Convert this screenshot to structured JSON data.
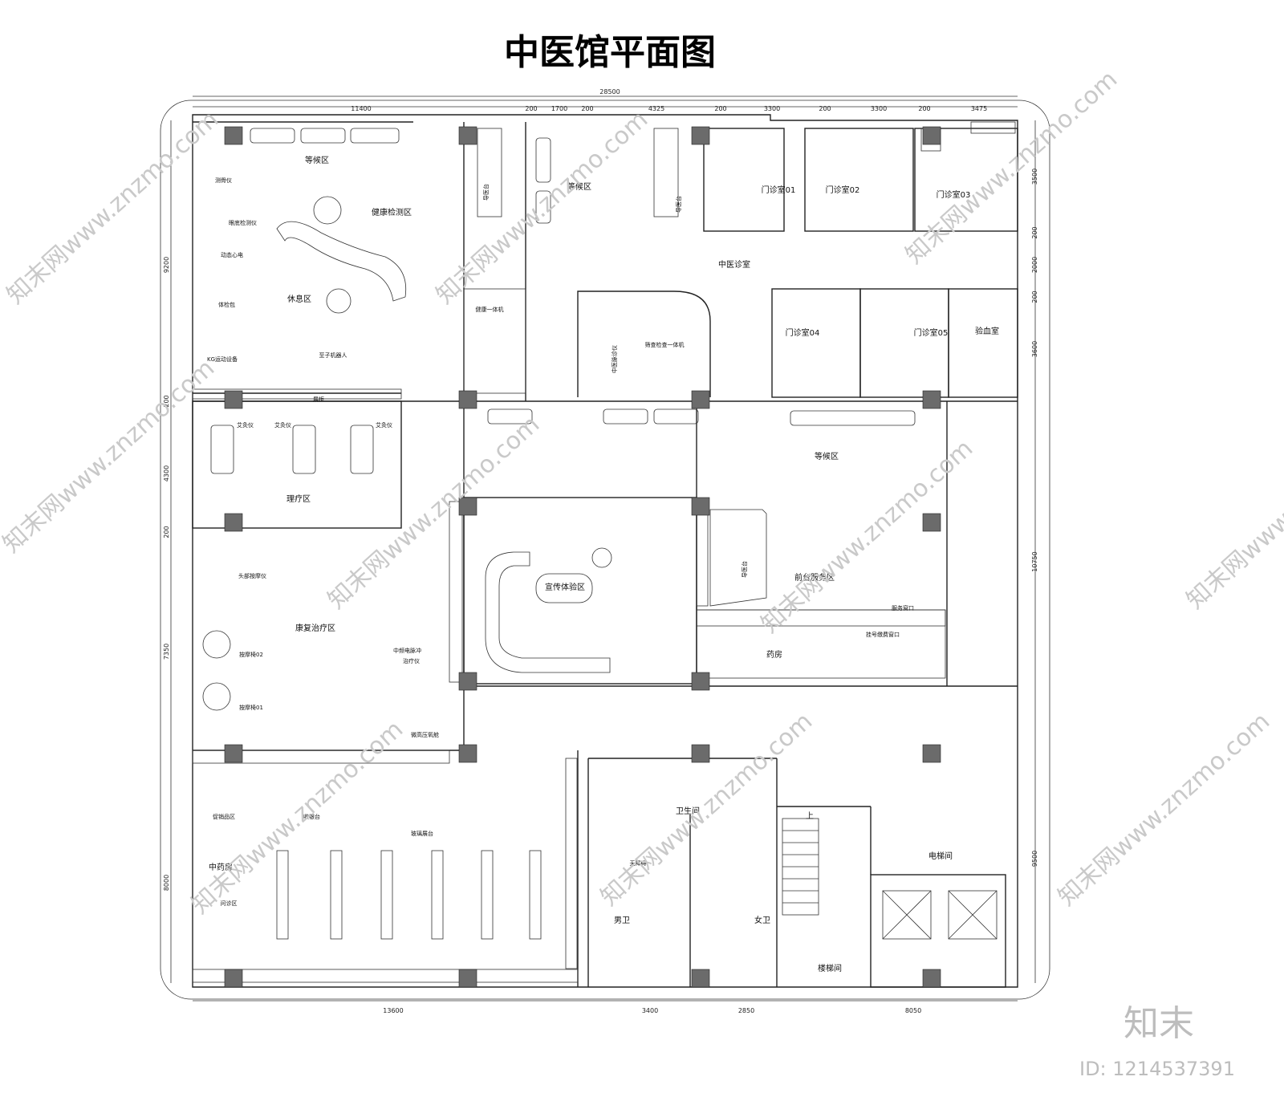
{
  "title": "中医馆平面图",
  "dimensions": {
    "top_total": "28500",
    "top": [
      "11400",
      "200",
      "1700",
      "200",
      "4325",
      "200",
      "3300",
      "200",
      "3300",
      "200",
      "3475"
    ],
    "bottom": [
      "13600",
      "3400",
      "2850",
      "8050"
    ],
    "left": [
      "9200",
      "200",
      "4300",
      "200",
      "7350",
      "8000"
    ],
    "right": [
      "3500",
      "200",
      "2000",
      "200",
      "3600",
      "10750",
      "9500"
    ]
  },
  "rooms": [
    {
      "id": "waiting-1",
      "label": "等候区"
    },
    {
      "id": "health-check",
      "label": "健康检测区"
    },
    {
      "id": "rest",
      "label": "休息区"
    },
    {
      "id": "robot",
      "label": "至子机器人"
    },
    {
      "id": "waiting-2",
      "label": "等候区"
    },
    {
      "id": "tcm-clinic",
      "label": "中医诊室"
    },
    {
      "id": "clinic-01",
      "label": "门诊室01"
    },
    {
      "id": "clinic-02",
      "label": "门诊室02"
    },
    {
      "id": "clinic-03",
      "label": "门诊室03"
    },
    {
      "id": "clinic-04",
      "label": "门诊室04"
    },
    {
      "id": "clinic-05",
      "label": "门诊室05"
    },
    {
      "id": "blood-test",
      "label": "验血室"
    },
    {
      "id": "health-kiosk",
      "label": "健康一体机"
    },
    {
      "id": "screening",
      "label": "筛查检查一体机"
    },
    {
      "id": "therapy",
      "label": "理疗区"
    },
    {
      "id": "waiting-3",
      "label": "等候区"
    },
    {
      "id": "promo",
      "label": "宣传体验区"
    },
    {
      "id": "front-desk",
      "label": "前台服务区"
    },
    {
      "id": "service-window",
      "label": "服务窗口"
    },
    {
      "id": "payment-window",
      "label": "挂号缴费窗口"
    },
    {
      "id": "pharmacy",
      "label": "药房"
    },
    {
      "id": "rehab",
      "label": "康复治疗区"
    },
    {
      "id": "tcm-pharmacy",
      "label": "中药房"
    },
    {
      "id": "consult",
      "label": "问诊区"
    },
    {
      "id": "restroom",
      "label": "卫生间"
    },
    {
      "id": "accessible",
      "label": "无障碍"
    },
    {
      "id": "mens",
      "label": "男卫"
    },
    {
      "id": "womens",
      "label": "女卫"
    },
    {
      "id": "stairs",
      "label": "楼梯间"
    },
    {
      "id": "elevator",
      "label": "电梯间"
    }
  ],
  "equipment": [
    {
      "id": "bone-density",
      "label": "测骨仪"
    },
    {
      "id": "eye-check",
      "label": "眼底检测仪"
    },
    {
      "id": "ecg",
      "label": "动态心电"
    },
    {
      "id": "body-check",
      "label": "体检包"
    },
    {
      "id": "kg-exercise",
      "label": "KG运动设备"
    },
    {
      "id": "reg-desk-1",
      "label": "导医台"
    },
    {
      "id": "reg-desk-2",
      "label": "导医台"
    },
    {
      "id": "reg-desk-3",
      "label": "导医台"
    },
    {
      "id": "moxa-1",
      "label": "艾灸仪"
    },
    {
      "id": "moxa-2",
      "label": "艾灸仪"
    },
    {
      "id": "moxa-3",
      "label": "艾灸仪"
    },
    {
      "id": "shelf",
      "label": "展柜"
    },
    {
      "id": "head-massager",
      "label": "头部按摩仪"
    },
    {
      "id": "massage-chair-02",
      "label": "按摩椅02"
    },
    {
      "id": "massage-chair-01",
      "label": "按摩椅01"
    },
    {
      "id": "pulse-1",
      "label": "中频电脉冲"
    },
    {
      "id": "pulse-2",
      "label": "治疗仪"
    },
    {
      "id": "oxygen",
      "label": "微高压氧舱"
    },
    {
      "id": "cashier",
      "label": "收银台"
    },
    {
      "id": "promo-area",
      "label": "促销品区"
    },
    {
      "id": "glass-display",
      "label": "玻璃展台"
    },
    {
      "id": "tcm-instrument",
      "label": "中医脉诊仪"
    },
    {
      "id": "up",
      "label": "上"
    }
  ],
  "watermark": {
    "text": "知末网www.znzmo.com",
    "brand": "知末",
    "id": "ID: 1214537391"
  }
}
